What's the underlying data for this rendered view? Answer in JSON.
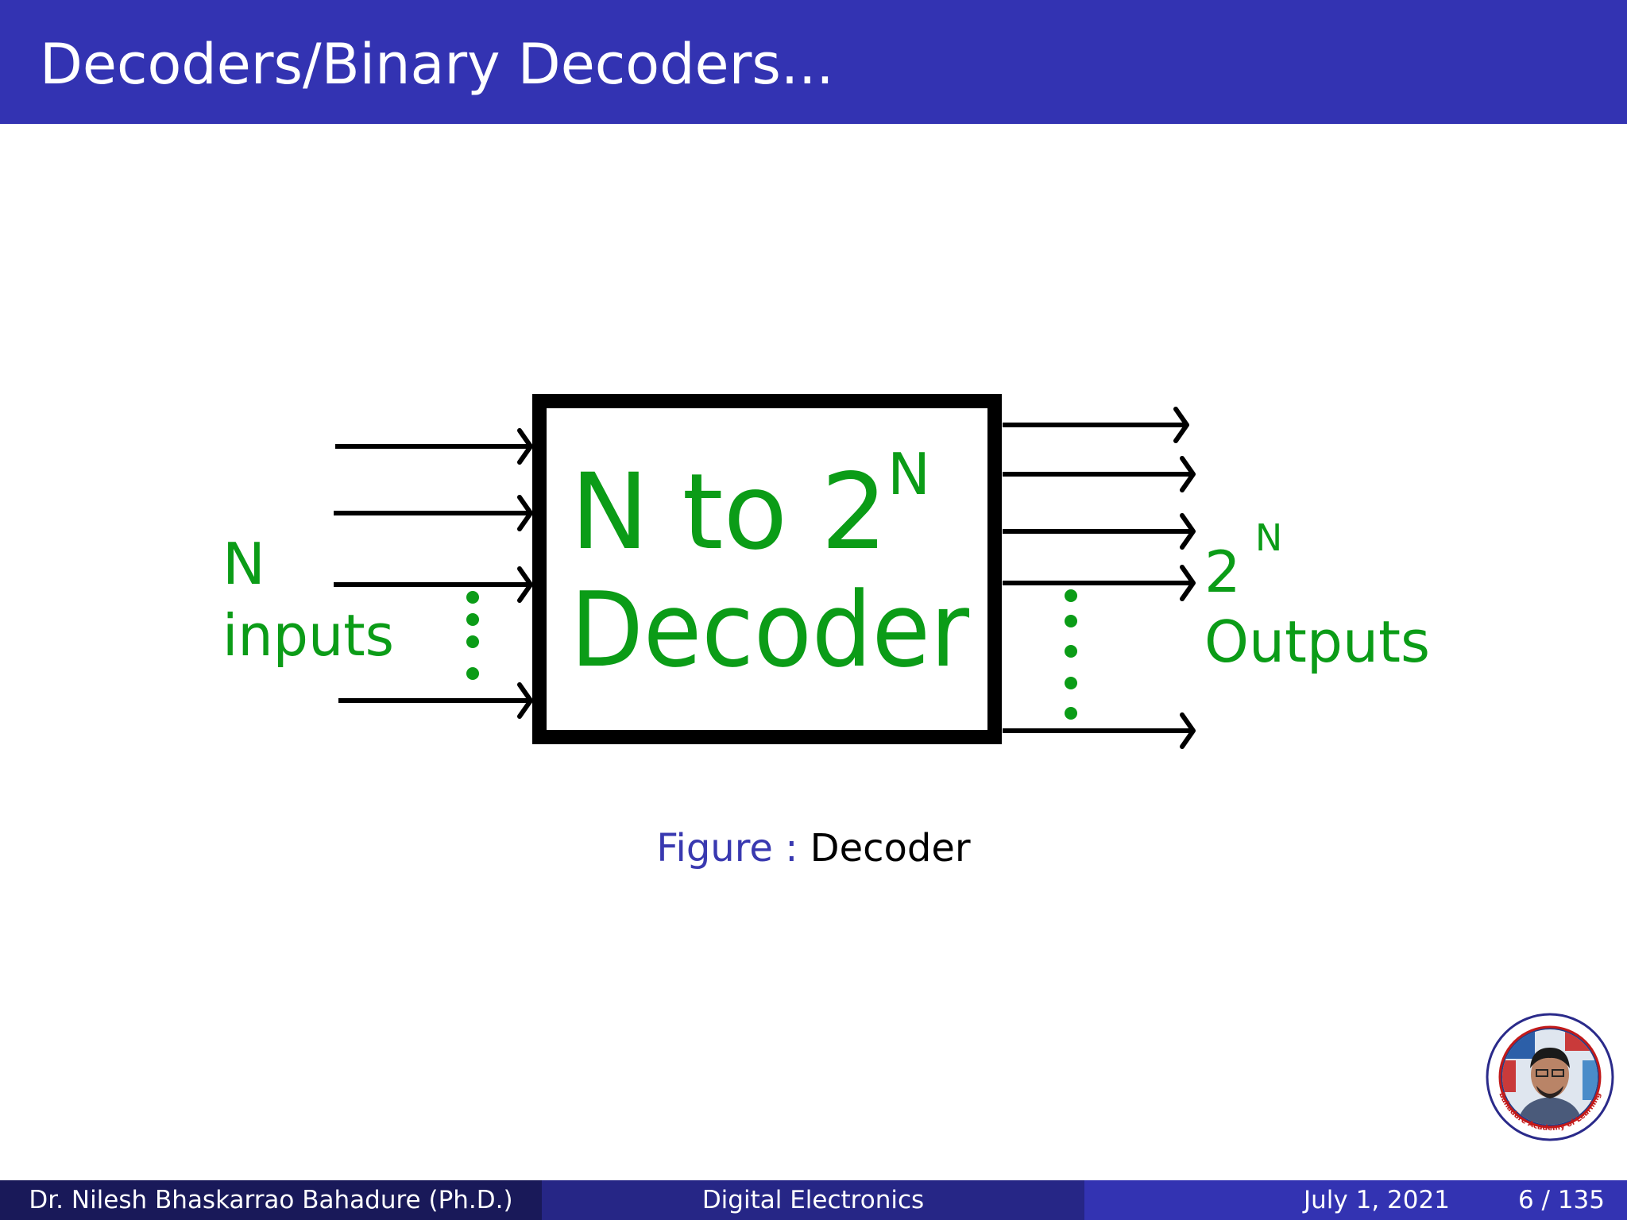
{
  "slide": {
    "title": "Decoders/Binary Decoders..."
  },
  "diagram": {
    "box_label_main": "N to 2",
    "box_label_sup": "N",
    "box_label_line2": "Decoder",
    "inputs_label_line1": "N",
    "inputs_label_line2": "inputs",
    "outputs_label_base": "2",
    "outputs_label_sup": "N",
    "outputs_label_line2": "Outputs",
    "label_color": "#0b9c17"
  },
  "caption": {
    "prefix": "Figure",
    "separator": ":",
    "text": "Decoder"
  },
  "logo": {
    "ring_text": "Bahadure Academy of Learning",
    "icon": "portrait-logo-icon"
  },
  "footer": {
    "author": "Dr. Nilesh Bhaskarrao Bahadure (Ph.D.)",
    "course": "Digital Electronics",
    "date": "July 1, 2021",
    "page": "6 / 135"
  }
}
